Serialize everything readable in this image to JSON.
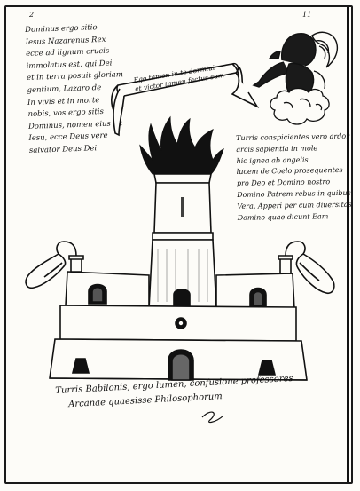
{
  "page_numbers": {
    "left": "2",
    "right": "11"
  },
  "top_left_text": {
    "lines": [
      "Dominus ergo sitio",
      "Iesus Nazarenus Rex",
      "ecce ad lignum crucis",
      "immolatus est, qui Dei",
      "et in terra posuit gloriam",
      "gentium, Lazaro de",
      "In vivis et in morte",
      "nobis, vos ergo sitis",
      "Dominus, nomen eius sit",
      "Iesu, ecce Deus vere",
      "salvator Deus Dei"
    ]
  },
  "banner": {
    "lines": [
      "Ego tamen in te dormiui",
      "et victor tamen factus sum"
    ]
  },
  "right_text": {
    "lines": [
      "Turris conspicientes vero ardor",
      "arcis sapientia in mole",
      "hic ignea ab angelis",
      "lucem de Coelo prosequentes",
      "pro Deo et Domino nostro",
      "Domino Patrem rebus in quibus",
      "Vera, Apperi per cum diuersitas",
      "Domino quae dicunt Eam"
    ]
  },
  "bottom_text": {
    "lines": [
      "Turris Babilonis, ergo lumen, confusione professores",
      "Arcanae quaesisse Philosophorum"
    ]
  },
  "colors": {
    "ink": "#111111",
    "paper": "#fdfcf8"
  }
}
